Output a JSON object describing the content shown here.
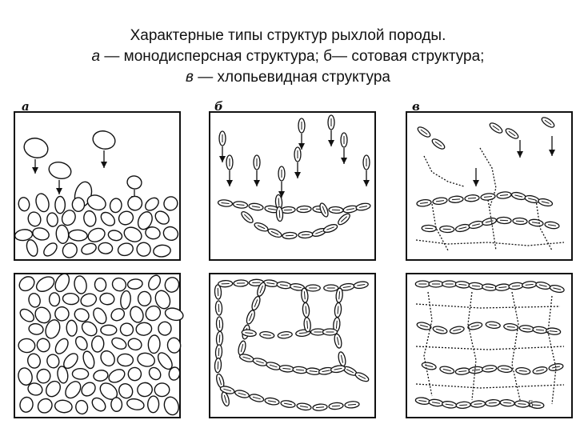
{
  "caption": {
    "line1": "Характерные   типы структур рыхлой породы.",
    "line2": {
      "a_letter": "а",
      "a_text": " — монодисперсная структура; ",
      "b_letter": "б",
      "b_text": "— сотовая структура;"
    },
    "line3": {
      "v_letter": "в",
      "v_text": " — хлопьевидная структура"
    }
  },
  "panels": {
    "a_label": "а",
    "b_label": "б",
    "v_label": "в"
  },
  "page_number": "5",
  "colors": {
    "ink": "#111111",
    "paper": "#ffffff"
  }
}
